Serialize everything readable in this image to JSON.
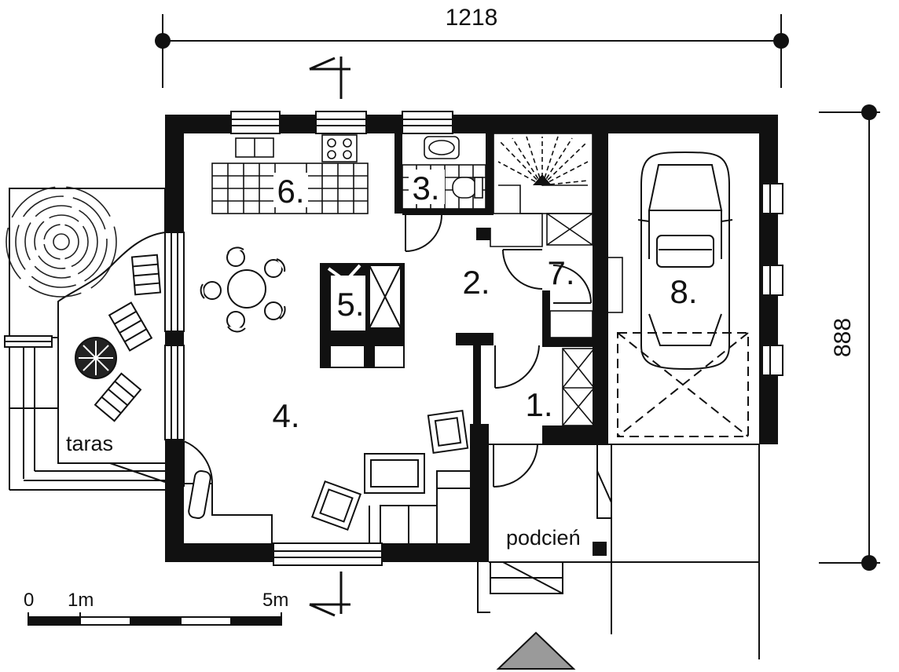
{
  "dimensions": {
    "width": "1218",
    "depth": "888"
  },
  "rooms": {
    "r1": "1.",
    "r2": "2.",
    "r3": "3.",
    "r4": "4.",
    "r5": "5.",
    "r6": "6.",
    "r7": "7.",
    "r8": "8."
  },
  "areas": {
    "terrace": "taras",
    "porch": "podcień"
  },
  "scale_bar": {
    "zero": "0",
    "one": "1m",
    "five": "5m"
  }
}
